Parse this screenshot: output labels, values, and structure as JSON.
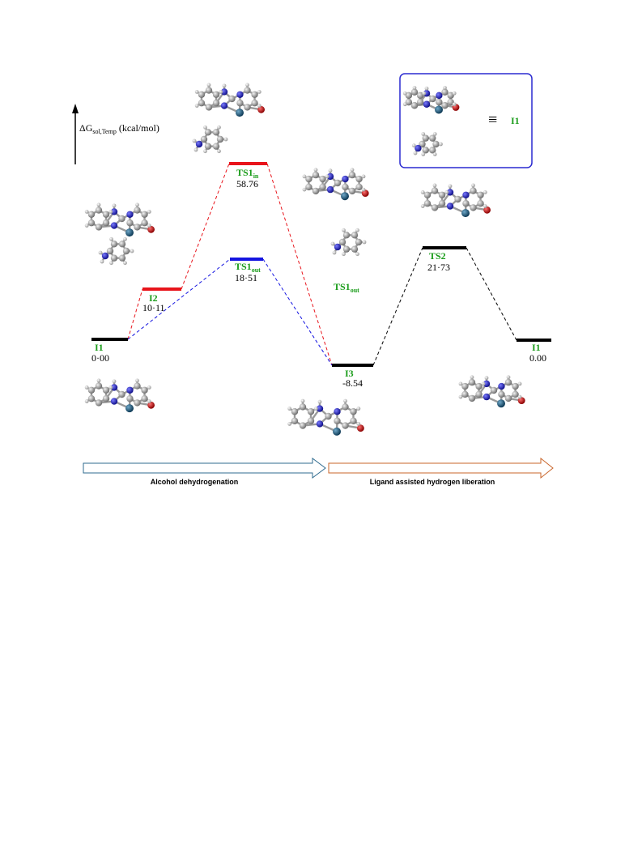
{
  "axis": {
    "label_main": "ΔG",
    "label_sub": "sol,Temp",
    "label_unit": " (kcal/mol)"
  },
  "states": [
    {
      "id": "I1_start",
      "name": "I1",
      "sub": "",
      "value": "0·00",
      "color": "#000000"
    },
    {
      "id": "I2",
      "name": "I2",
      "sub": "",
      "value": "10·11",
      "color": "#e8141b"
    },
    {
      "id": "TS1in",
      "name": "TS1",
      "sub": "in",
      "value": "58.76",
      "color": "#e8141b"
    },
    {
      "id": "TS1out",
      "name": "TS1",
      "sub": "out",
      "value": "18·51",
      "color": "#1414e0"
    },
    {
      "id": "I3",
      "name": "I3",
      "sub": "",
      "value": "-8.54",
      "color": "#000000"
    },
    {
      "id": "TS2",
      "name": "TS2",
      "sub": "",
      "value": "21·73",
      "color": "#000000"
    },
    {
      "id": "I1_end",
      "name": "I1",
      "sub": "",
      "value": "0.00",
      "color": "#000000"
    }
  ],
  "molecule_labels": {
    "ts1out_name": "TS1",
    "ts1out_sub": "out",
    "inset_name": "I1",
    "inset_symbol": "≡"
  },
  "stages": {
    "left": "Alcohol dehydrogenation",
    "right": "Ligand assisted hydrogen liberation",
    "left_color": "#2f6b8f",
    "right_color": "#c8642a"
  },
  "colors": {
    "label_green": "#1a9c1a",
    "inset_border": "#2a2ad0",
    "red_path": "#e8141b",
    "blue_path": "#1414e0",
    "black_path": "#000000"
  }
}
